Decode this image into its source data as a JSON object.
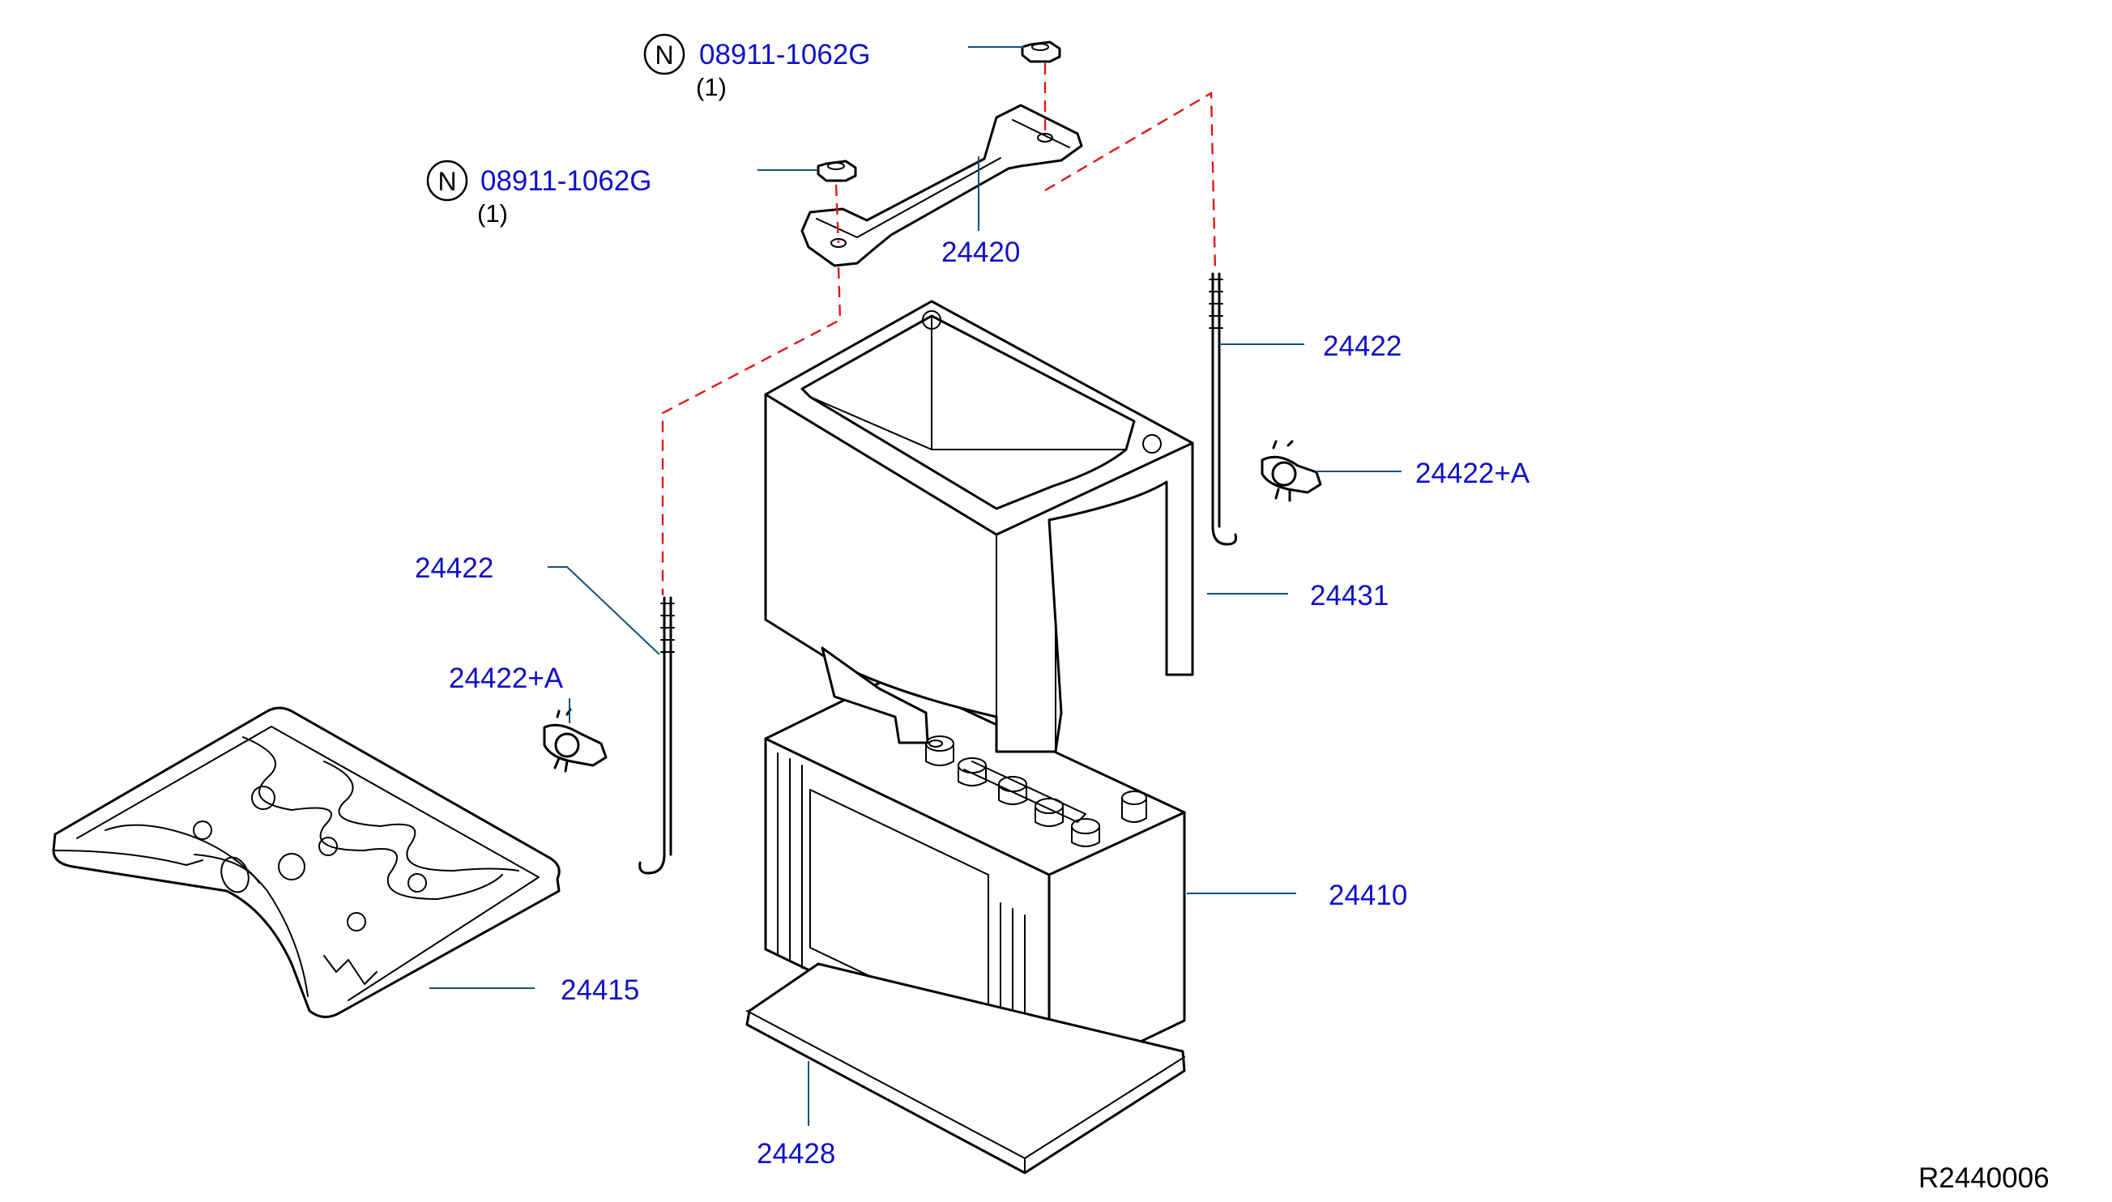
{
  "notice_symbol": "N",
  "parts": [
    {
      "id": "nut_upper",
      "part_no": "08911-1062G",
      "qty": "(1)",
      "notice": true
    },
    {
      "id": "nut_lower",
      "part_no": "08911-1062G",
      "qty": "(1)",
      "notice": true
    },
    {
      "id": "clamp",
      "part_no": "24420"
    },
    {
      "id": "rod_right",
      "part_no": "24422"
    },
    {
      "id": "clip_right",
      "part_no": "24422+A"
    },
    {
      "id": "cover",
      "part_no": "24431"
    },
    {
      "id": "rod_left",
      "part_no": "24422"
    },
    {
      "id": "clip_left",
      "part_no": "24422+A"
    },
    {
      "id": "battery",
      "part_no": "24410"
    },
    {
      "id": "tray",
      "part_no": "24415"
    },
    {
      "id": "mat",
      "part_no": "24428"
    }
  ],
  "diagram_ref": "R2440006",
  "colors": {
    "part_label": "#1010c8",
    "leader": "#14507a",
    "dashed_guide": "#e01818",
    "ink": "#000000"
  }
}
